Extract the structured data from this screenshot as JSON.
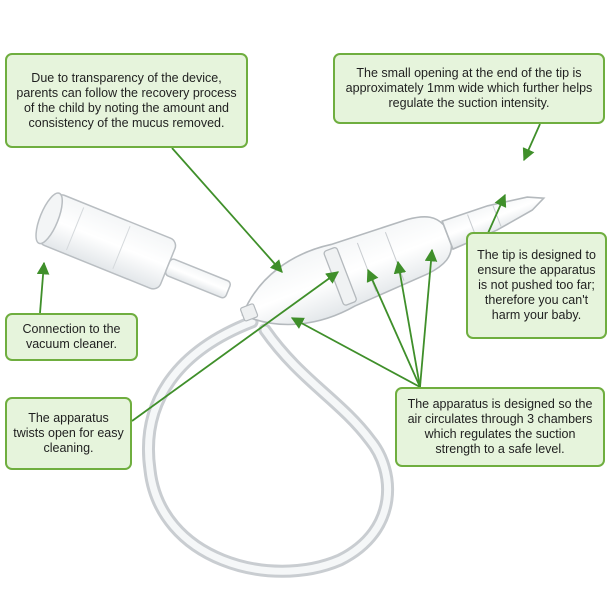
{
  "callouts": {
    "transparency": {
      "text": "Due to transparency of the device, parents can follow the recovery process of the child by noting the amount and consistency of the mucus removed."
    },
    "opening": {
      "text": "The small opening at the end of the tip is approximately 1mm wide which further helps regulate the suction intensity."
    },
    "tip": {
      "text": "The tip is designed to ensure the apparatus is not pushed too far; therefore you can't harm your baby."
    },
    "vacuum": {
      "text": "Connection to the vacuum cleaner."
    },
    "twists": {
      "text": "The apparatus twists open for easy cleaning."
    },
    "chambers": {
      "text": "The apparatus is designed so the air circulates through 3 chambers which regulates the suction strength to a safe level."
    }
  },
  "colors": {
    "callout_fill": "#e6f4dc",
    "callout_border": "#6fae3f",
    "arrow": "#3f8f2a",
    "device_outline": "#b9bec2"
  }
}
